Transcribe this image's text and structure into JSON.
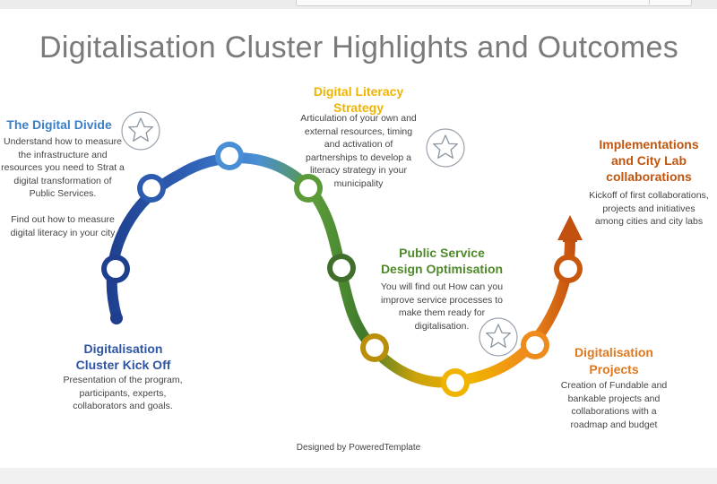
{
  "slide": {
    "title": "Digitalisation Cluster Highlights and Outcomes",
    "footer": "Designed by PoweredTemplate"
  },
  "stages": {
    "divide": {
      "title": "The Digital Divide",
      "text": "Understand how to measure\nthe infrastructure and\nresources you need to Strat a\ndigital transformation of\nPublic Services.\n\nFind out how to measure\ndigital literacy in your city"
    },
    "literacy": {
      "title_line1": "Digital Literacy",
      "title_line2": "Strategy",
      "text": "Articulation of your own and\nexternal resources, timing\nand activation of\npartnerships to develop a\nliteracy strategy in your\nmunicipality"
    },
    "implementations": {
      "title_line1": "Implementations",
      "title_line2": "and City Lab",
      "title_line3": "collaborations",
      "text": "Kickoff of first collaborations,\nprojects and initiatives\namong cities and city labs"
    },
    "service": {
      "title_line1": "Public Service",
      "title_line2": "Design Optimisation",
      "text": "You will find out How can you\nimprove service processes to\nmake them ready for\ndigitalisation."
    },
    "kickoff": {
      "title_line1": "Digitalisation",
      "title_line2": "Cluster Kick Off",
      "text": "Presentation of the program,\nparticipants, experts,\ncollaborators and goals."
    },
    "projects": {
      "title_line1": "Digitalisation",
      "title_line2": "Projects",
      "text": "Creation of Fundable and\nbankable projects and\ncollaborations with a\nroadmap and budget"
    }
  },
  "colors": {
    "divide": "#3d7fc4",
    "literacy": "#f0b400",
    "implementations": "#c0560f",
    "service": "#4f8a2a",
    "kickoff": "#2d55a3",
    "projects": "#e0781e"
  },
  "icons": [
    "star-icon"
  ]
}
